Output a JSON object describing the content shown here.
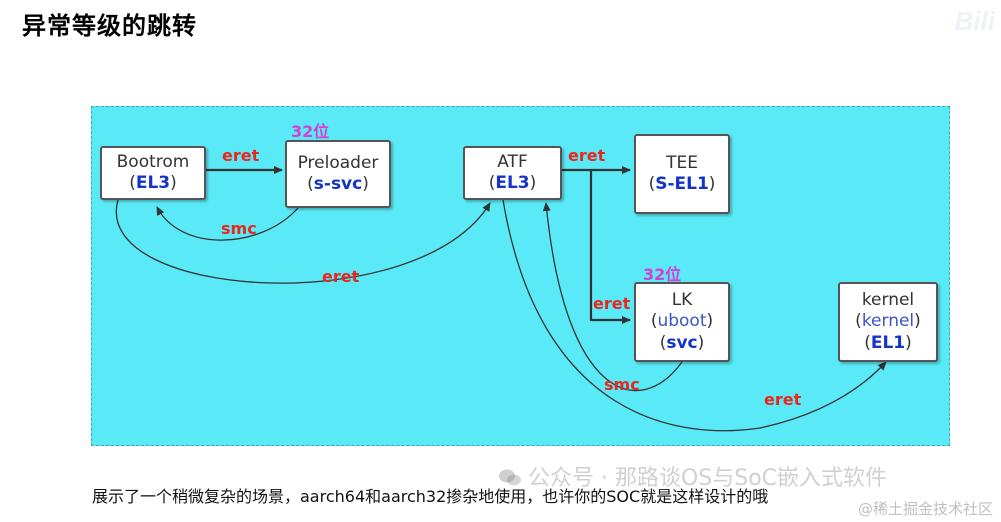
{
  "title": "异常等级的跳转",
  "logo_text": "Bili",
  "nodes": {
    "bootrom": {
      "name": "Bootrom",
      "level": "EL3"
    },
    "preloader": {
      "name": "Preloader",
      "level": "s-svc",
      "note": "32位"
    },
    "atf": {
      "name": "ATF",
      "level": "EL3"
    },
    "tee": {
      "name": "TEE",
      "level": "S-EL1"
    },
    "lk": {
      "name": "LK",
      "sub": "uboot",
      "level": "svc",
      "note": "32位"
    },
    "kernel": {
      "name": "kernel",
      "sub": "kernel",
      "level": "EL1"
    }
  },
  "edges": {
    "bootrom_preloader": "eret",
    "preloader_bootrom": "smc",
    "bootrom_atf": "eret",
    "atf_tee": "eret",
    "atf_lk": "eret",
    "lk_atf": "smc",
    "atf_kernel": "eret"
  },
  "caption": "展示了一个稍微复杂的场景，aarch64和aarch32掺杂地使用，也许你的SOC就是这样设计的哦",
  "watermark": "公众号 · 那路谈OS与SoC嵌入式软件",
  "watermark2": "@稀土掘金技术社区",
  "colors": {
    "panel": "#5ae9f7",
    "edge_label": "#e8271e",
    "level": "#1434c8",
    "note": "#d63fd1"
  }
}
